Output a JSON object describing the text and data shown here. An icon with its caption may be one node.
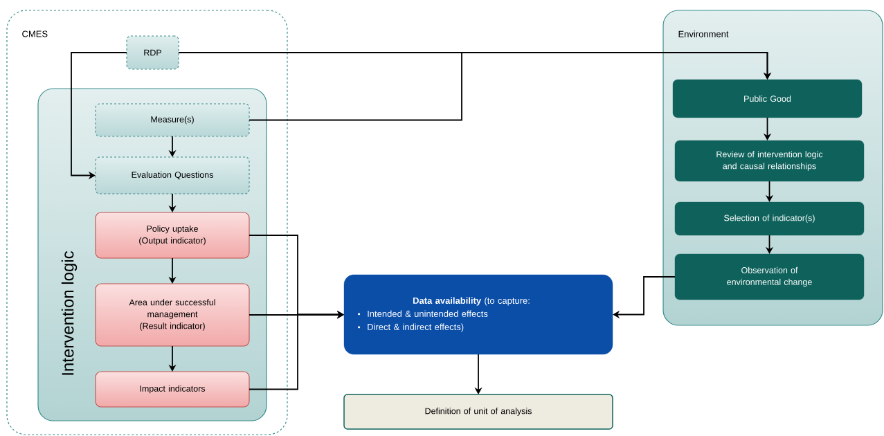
{
  "diagram": {
    "nodes": [
      {
        "text": [
          "CMES"
        ]
      },
      {
        "text": [
          "RDP"
        ],
        "in": 0
      },
      {
        "text": [
          "Intervention logic"
        ],
        "in": 0
      },
      {
        "text": [
          "Measure(s)"
        ],
        "in": 2
      },
      {
        "text": [
          "Evaluation Questions"
        ],
        "in": 2
      },
      {
        "text": [
          "Policy uptake (Output indicator)"
        ],
        "in": 2
      },
      {
        "text": [
          "Area under successful management (Result indicator)"
        ],
        "in": 2
      },
      {
        "text": [
          "Impact indicators"
        ],
        "in": 2
      },
      {
        "text": [
          "**Data availability** (to capture:",
          "Intended & unintended effects",
          "Direct & indirect effects)"
        ]
      },
      {
        "text": [
          "Definition of unit of analysis"
        ]
      },
      {
        "text": [
          "Environment"
        ]
      },
      {
        "text": [
          "Public Good"
        ],
        "in": 10
      },
      {
        "text": [
          "Review of intervention logic and causal relationships"
        ],
        "in": 10
      },
      {
        "text": [
          "Selection of indicator(s)"
        ],
        "in": 10
      },
      {
        "text": [
          "Observation of environmental change"
        ],
        "in": 10
      }
    ],
    "edges": [
      {
        "from": 1,
        "to": 4,
        "arrow": "to"
      },
      {
        "from": 1,
        "to": 11,
        "arrow": "to"
      },
      {
        "from": 3,
        "to": 11,
        "arrow": "to"
      },
      {
        "from": 3,
        "to": 4,
        "arrow": "to"
      },
      {
        "from": 4,
        "to": 5,
        "arrow": "to"
      },
      {
        "from": 5,
        "to": 6,
        "arrow": "to"
      },
      {
        "from": 6,
        "to": 7,
        "arrow": "to"
      },
      {
        "from": 5,
        "to": 8,
        "arrow": "to"
      },
      {
        "from": 6,
        "to": 8,
        "arrow": "to"
      },
      {
        "from": 7,
        "to": 8,
        "arrow": "to"
      },
      {
        "from": 11,
        "to": 12,
        "arrow": "to"
      },
      {
        "from": 12,
        "to": 13,
        "arrow": "to"
      },
      {
        "from": 13,
        "to": 14,
        "arrow": "to"
      },
      {
        "from": 14,
        "to": 8,
        "arrow": "to"
      },
      {
        "from": 8,
        "to": 9,
        "arrow": "to"
      }
    ]
  }
}
